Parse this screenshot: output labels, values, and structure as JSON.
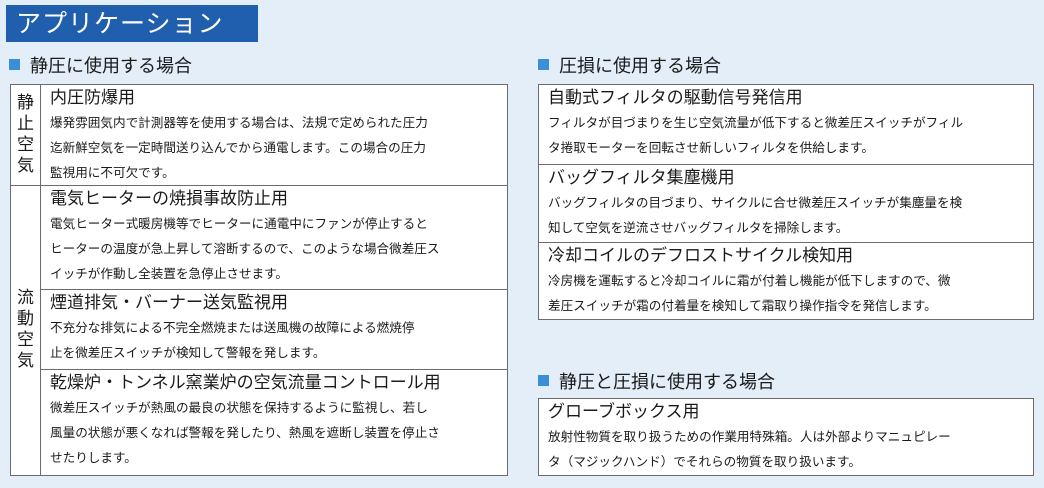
{
  "page_title": "アプリケーション",
  "left": {
    "heading": "静圧に使用する場合",
    "static_air_label": [
      "静",
      "止",
      "空",
      "気"
    ],
    "flowing_air_label": [
      "流",
      "動",
      "空",
      "気"
    ],
    "items": [
      {
        "title": "内圧防爆用",
        "lines": [
          "爆発雰囲気内で計測器等を使用する場合は、法規で定められた圧力",
          "迄新鮮空気を一定時間送り込んでから通電します。この場合の圧力",
          "監視用に不可欠です。"
        ]
      },
      {
        "title": "電気ヒーターの焼損事故防止用",
        "lines": [
          "電気ヒーター式暖房機等でヒーターに通電中にファンが停止すると",
          "ヒーターの温度が急上昇して溶断するので、このような場合微差圧ス",
          "イッチが作動し全装置を急停止させます。"
        ]
      },
      {
        "title": "煙道排気・バーナー送気監視用",
        "lines": [
          "不充分な排気による不完全燃焼または送風機の故障による燃焼停",
          "止を微差圧スイッチが検知して警報を発します。"
        ]
      },
      {
        "title": "乾燥炉・トンネル窯業炉の空気流量コントロール用",
        "lines": [
          "微差圧スイッチが熱風の最良の状態を保持するように監視し、若し",
          "風量の状態が悪くなれば警報を発したり、熱風を遮断し装置を停止さ",
          "せたりします。"
        ]
      }
    ]
  },
  "right_top": {
    "heading": "圧損に使用する場合",
    "items": [
      {
        "title": "自動式フィルタの駆動信号発信用",
        "lines": [
          "フィルタが目づまりを生じ空気流量が低下すると微差圧スイッチがフィル",
          "タ捲取モーターを回転させ新しいフィルタを供給します。"
        ]
      },
      {
        "title": "バッグフィルタ集塵機用",
        "lines": [
          "バッグフィルタの目づまり、サイクルに合せ微差圧スイッチが集塵量を検",
          "知して空気を逆流させバッグフィルタを掃除します。"
        ]
      },
      {
        "title": "冷却コイルのデフロストサイクル検知用",
        "lines": [
          "冷房機を運転すると冷却コイルに霜が付着し機能が低下しますので、微",
          "差圧スイッチが霜の付着量を検知して霜取り操作指令を発信します。"
        ]
      }
    ]
  },
  "right_bottom": {
    "heading": "静圧と圧損に使用する場合",
    "items": [
      {
        "title": "グローブボックス用",
        "lines": [
          "放射性物質を取り扱うための作業用特殊箱。人は外部よりマニュピレー",
          "タ（マジックハンド）でそれらの物質を取り扱います。"
        ]
      }
    ]
  },
  "colors": {
    "background": "#e4eef8",
    "title_bar": "#1f5fae",
    "bullet": "#3a8fd6"
  }
}
